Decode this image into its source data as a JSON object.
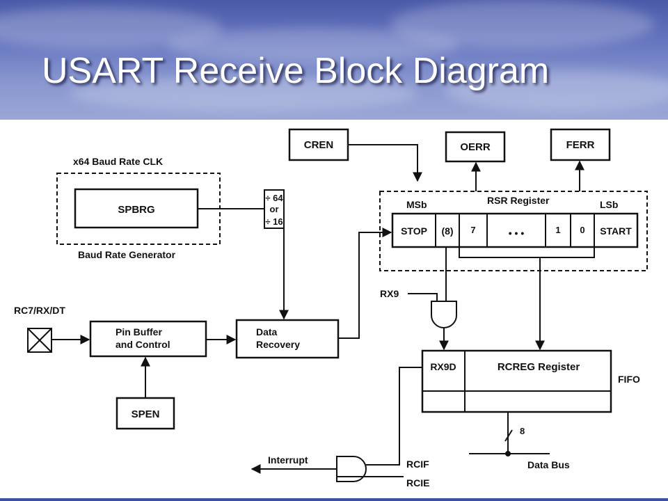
{
  "slide": {
    "title": "USART Receive Block Diagram",
    "accent_color": "#4a5aa8"
  },
  "diagram": {
    "baud_rate_clk_label": "x64 Baud Rate CLK",
    "baud_rate_generator_label": "Baud Rate Generator",
    "spbrg": "SPBRG",
    "divider": {
      "line1": "÷ 64",
      "line2": "or",
      "line3": "÷ 16"
    },
    "cren": "CREN",
    "oerr": "OERR",
    "ferr": "FERR",
    "msb": "MSb",
    "rsr_register": "RSR Register",
    "lsb": "LSb",
    "rsr_cells": {
      "stop": "STOP",
      "bit8": "(8)",
      "bit7": "7",
      "dots": "• • •",
      "bit1": "1",
      "bit0": "0",
      "start": "START"
    },
    "pin_label": "RC7/RX/DT",
    "pin_buffer": {
      "line1": "Pin Buffer",
      "line2": "and Control"
    },
    "data_recovery": {
      "line1": "Data",
      "line2": "Recovery"
    },
    "spen": "SPEN",
    "rx9": "RX9",
    "rx9d": "RX9D",
    "rcreg_register": "RCREG Register",
    "fifo": "FIFO",
    "bus_width": "8",
    "data_bus": "Data Bus",
    "interrupt": "Interrupt",
    "rcif": "RCIF",
    "rcie": "RCIE"
  }
}
